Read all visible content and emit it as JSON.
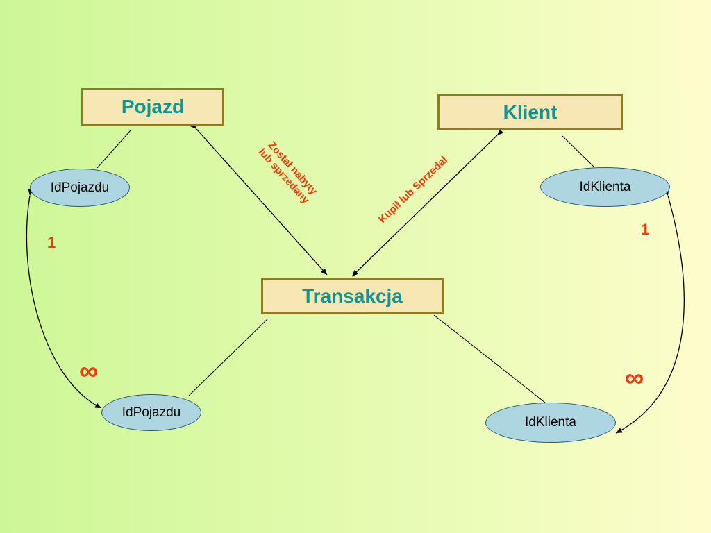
{
  "entities": {
    "pojazd": "Pojazd",
    "klient": "Klient",
    "transakcja": "Transakcja"
  },
  "attributes": {
    "pojazd_id": "IdPojazdu",
    "klient_id": "IdKlienta",
    "transakcja_pojazd_id": "IdPojazdu",
    "transakcja_klient_id": "IdKlienta"
  },
  "relationships": {
    "pojazd_transakcja": [
      "Został nabyty",
      "lub sprzedany"
    ],
    "klient_transakcja": "Kupił lub Sprzedał"
  },
  "cardinalities": {
    "pojazd_one": "1",
    "pojazd_many": "∞",
    "klient_one": "1",
    "klient_many": "∞"
  },
  "colors": {
    "background_left": "#cdf796",
    "background_right": "#fdfdcc",
    "entity_fill": "#f6e7b5",
    "entity_border": "#8c7d22",
    "entity_text": "#0f9592",
    "attribute_fill": "#add6e0",
    "attribute_border": "#2a5d75",
    "label_text": "#ee3a0c"
  }
}
